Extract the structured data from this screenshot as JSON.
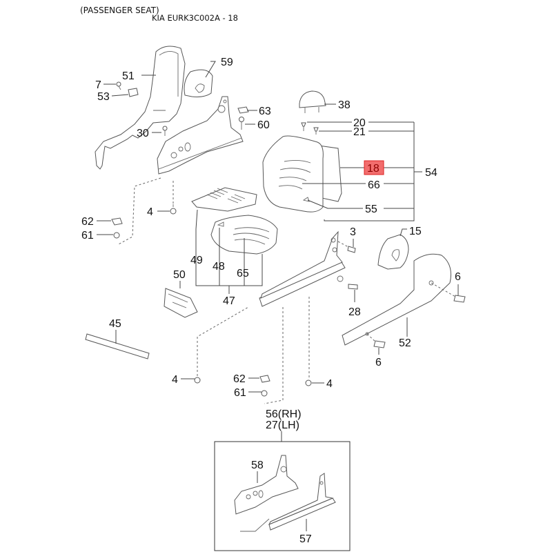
{
  "header": {
    "title": "(PASSENGER SEAT)",
    "code": "KIA EURK3C002A - 18"
  },
  "highlight": {
    "part": "18",
    "color": "#f26d6d"
  },
  "callouts": {
    "p51": "51",
    "p59": "59",
    "p7": "7",
    "p53": "53",
    "p63": "63",
    "p60": "60",
    "p30": "30",
    "p38": "38",
    "p20": "20",
    "p21": "21",
    "p18": "18",
    "p54": "54",
    "p66": "66",
    "p55": "55",
    "p4a": "4",
    "p62a": "62",
    "p61a": "61",
    "p49": "49",
    "p48": "48",
    "p65": "65",
    "p47": "47",
    "p50": "50",
    "p3": "3",
    "p15": "15",
    "p6a": "6",
    "p28": "28",
    "p52": "52",
    "p6b": "6",
    "p45": "45",
    "p4b": "4",
    "p62b": "62",
    "p61b": "61",
    "p4c": "4",
    "p56": "56(RH)",
    "p27": "27(LH)",
    "p58": "58",
    "p57": "57"
  }
}
